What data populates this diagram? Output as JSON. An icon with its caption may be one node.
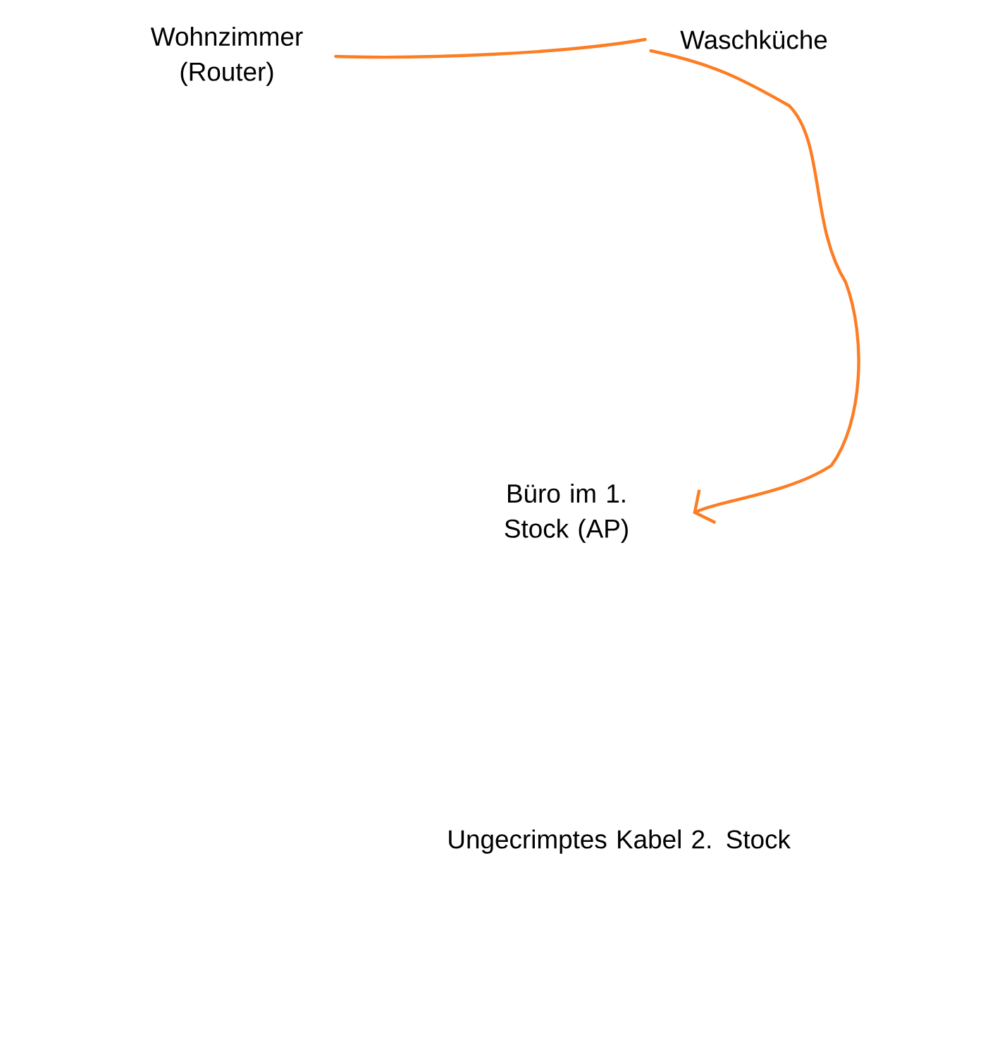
{
  "diagram": {
    "nodes": [
      {
        "text": [
          "Wohnzimmer (Router)"
        ]
      },
      {
        "text": [
          "Waschküche"
        ]
      },
      {
        "text": [
          "Büro im 1. Stock (AP)"
        ]
      }
    ],
    "edges": [
      {
        "from": 0,
        "to": 1,
        "arrow": "none"
      },
      {
        "from": 1,
        "to": 2,
        "arrow": "to"
      }
    ],
    "labels": [
      "Ungecrimptes Kabel 2. Stock"
    ]
  }
}
